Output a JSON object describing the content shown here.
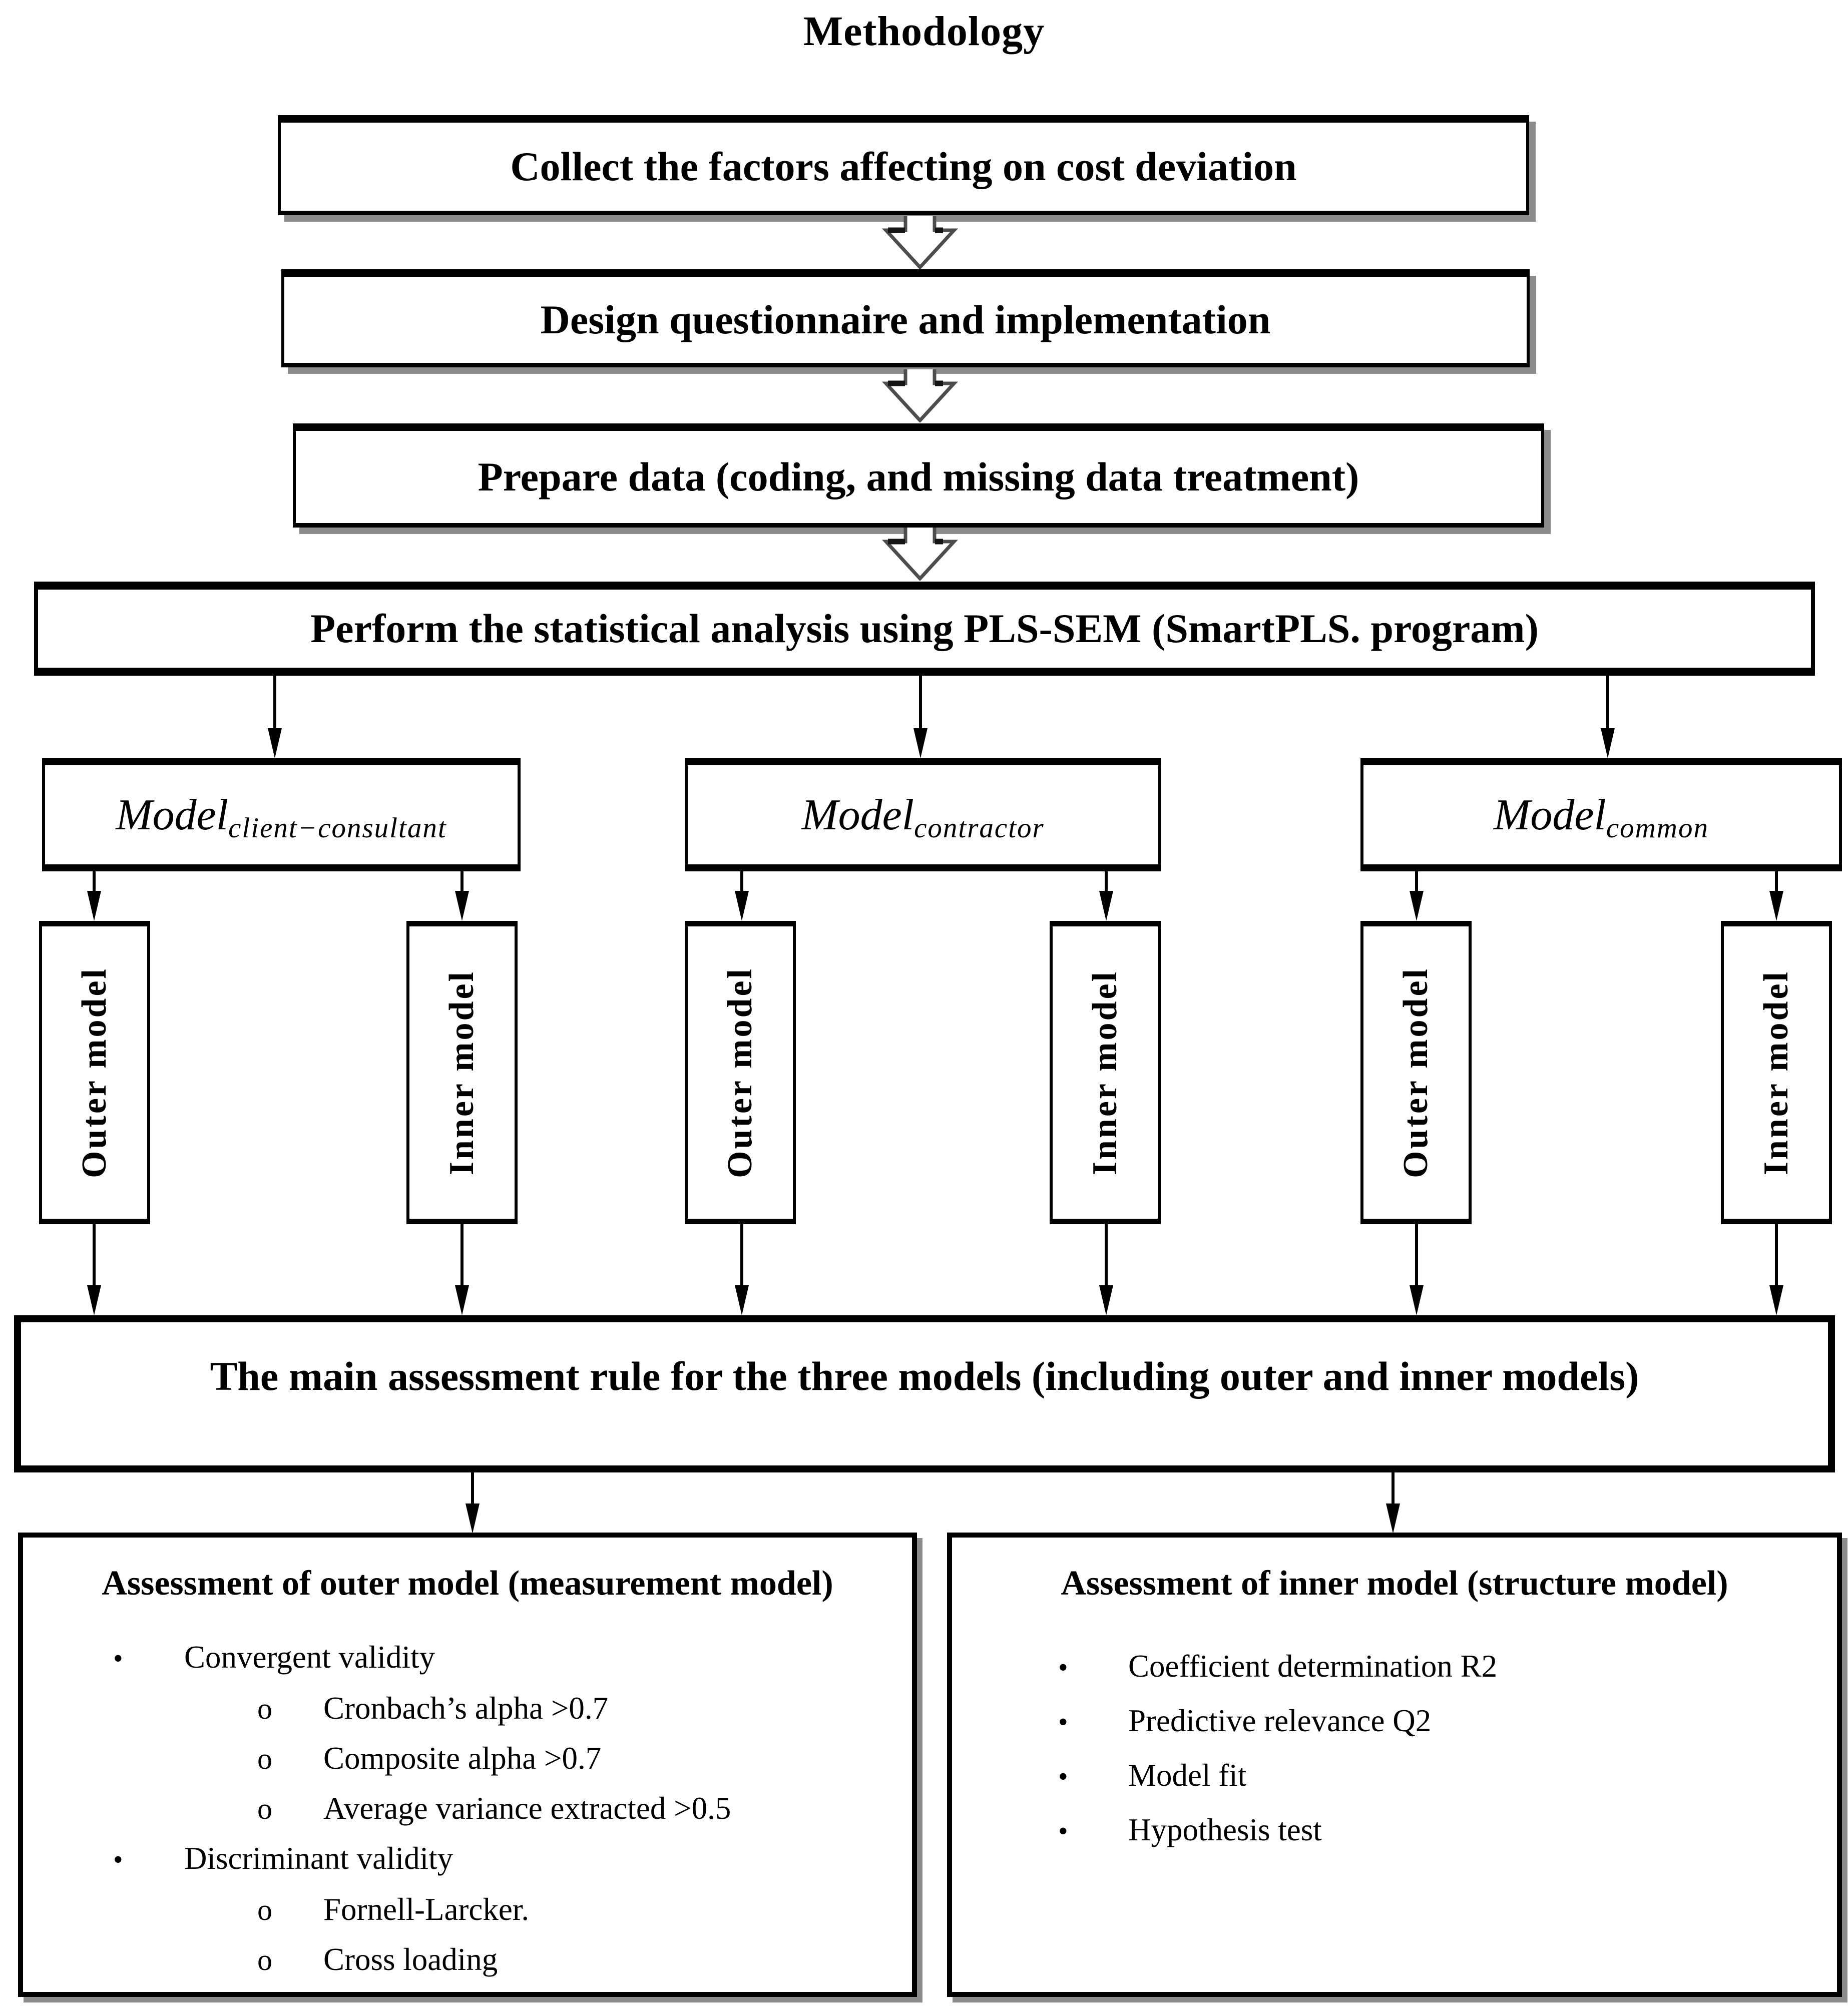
{
  "title": "Methodology",
  "colors": {
    "border": "#000000",
    "shadow": "#8c8c8c",
    "arrow_outline": "#4d4d4d",
    "background": "#ffffff",
    "text": "#000000"
  },
  "flow_steps": [
    {
      "label": "Collect the factors affecting on cost deviation"
    },
    {
      "label": "Design questionnaire and implementation"
    },
    {
      "label": "Prepare data (coding, and missing data treatment)"
    },
    {
      "label": "Perform the statistical analysis using PLS-SEM (SmartPLS. program)"
    }
  ],
  "models": [
    {
      "name": "Model",
      "subscript": "client−consultant",
      "children": [
        "Outer model",
        "Inner model"
      ]
    },
    {
      "name": "Model",
      "subscript": "contractor",
      "children": [
        "Outer model",
        "Inner model"
      ]
    },
    {
      "name": "Model",
      "subscript": "common",
      "children": [
        "Outer model",
        "Inner model"
      ]
    }
  ],
  "main_rule": "The main assessment rule for the three models (including outer and inner models)",
  "assessment_outer": {
    "title": "Assessment of outer model (measurement model)",
    "items": [
      {
        "level": 1,
        "marker": "•",
        "text": "Convergent validity"
      },
      {
        "level": 2,
        "marker": "o",
        "text": "Cronbach’s alpha >0.7"
      },
      {
        "level": 2,
        "marker": "o",
        "text": "Composite alpha >0.7"
      },
      {
        "level": 2,
        "marker": "o",
        "text": "Average variance extracted >0.5"
      },
      {
        "level": 1,
        "marker": "•",
        "text": "Discriminant validity"
      },
      {
        "level": 2,
        "marker": "o",
        "text": "Fornell-Larcker."
      },
      {
        "level": 2,
        "marker": "o",
        "text": "Cross loading"
      }
    ]
  },
  "assessment_inner": {
    "title": "Assessment of inner model (structure model)",
    "items": [
      {
        "marker": "•",
        "text": "Coefficient determination R2"
      },
      {
        "marker": "•",
        "text": "Predictive relevance Q2"
      },
      {
        "marker": "•",
        "text": "Model fit"
      },
      {
        "marker": "•",
        "text": "Hypothesis test"
      }
    ]
  }
}
